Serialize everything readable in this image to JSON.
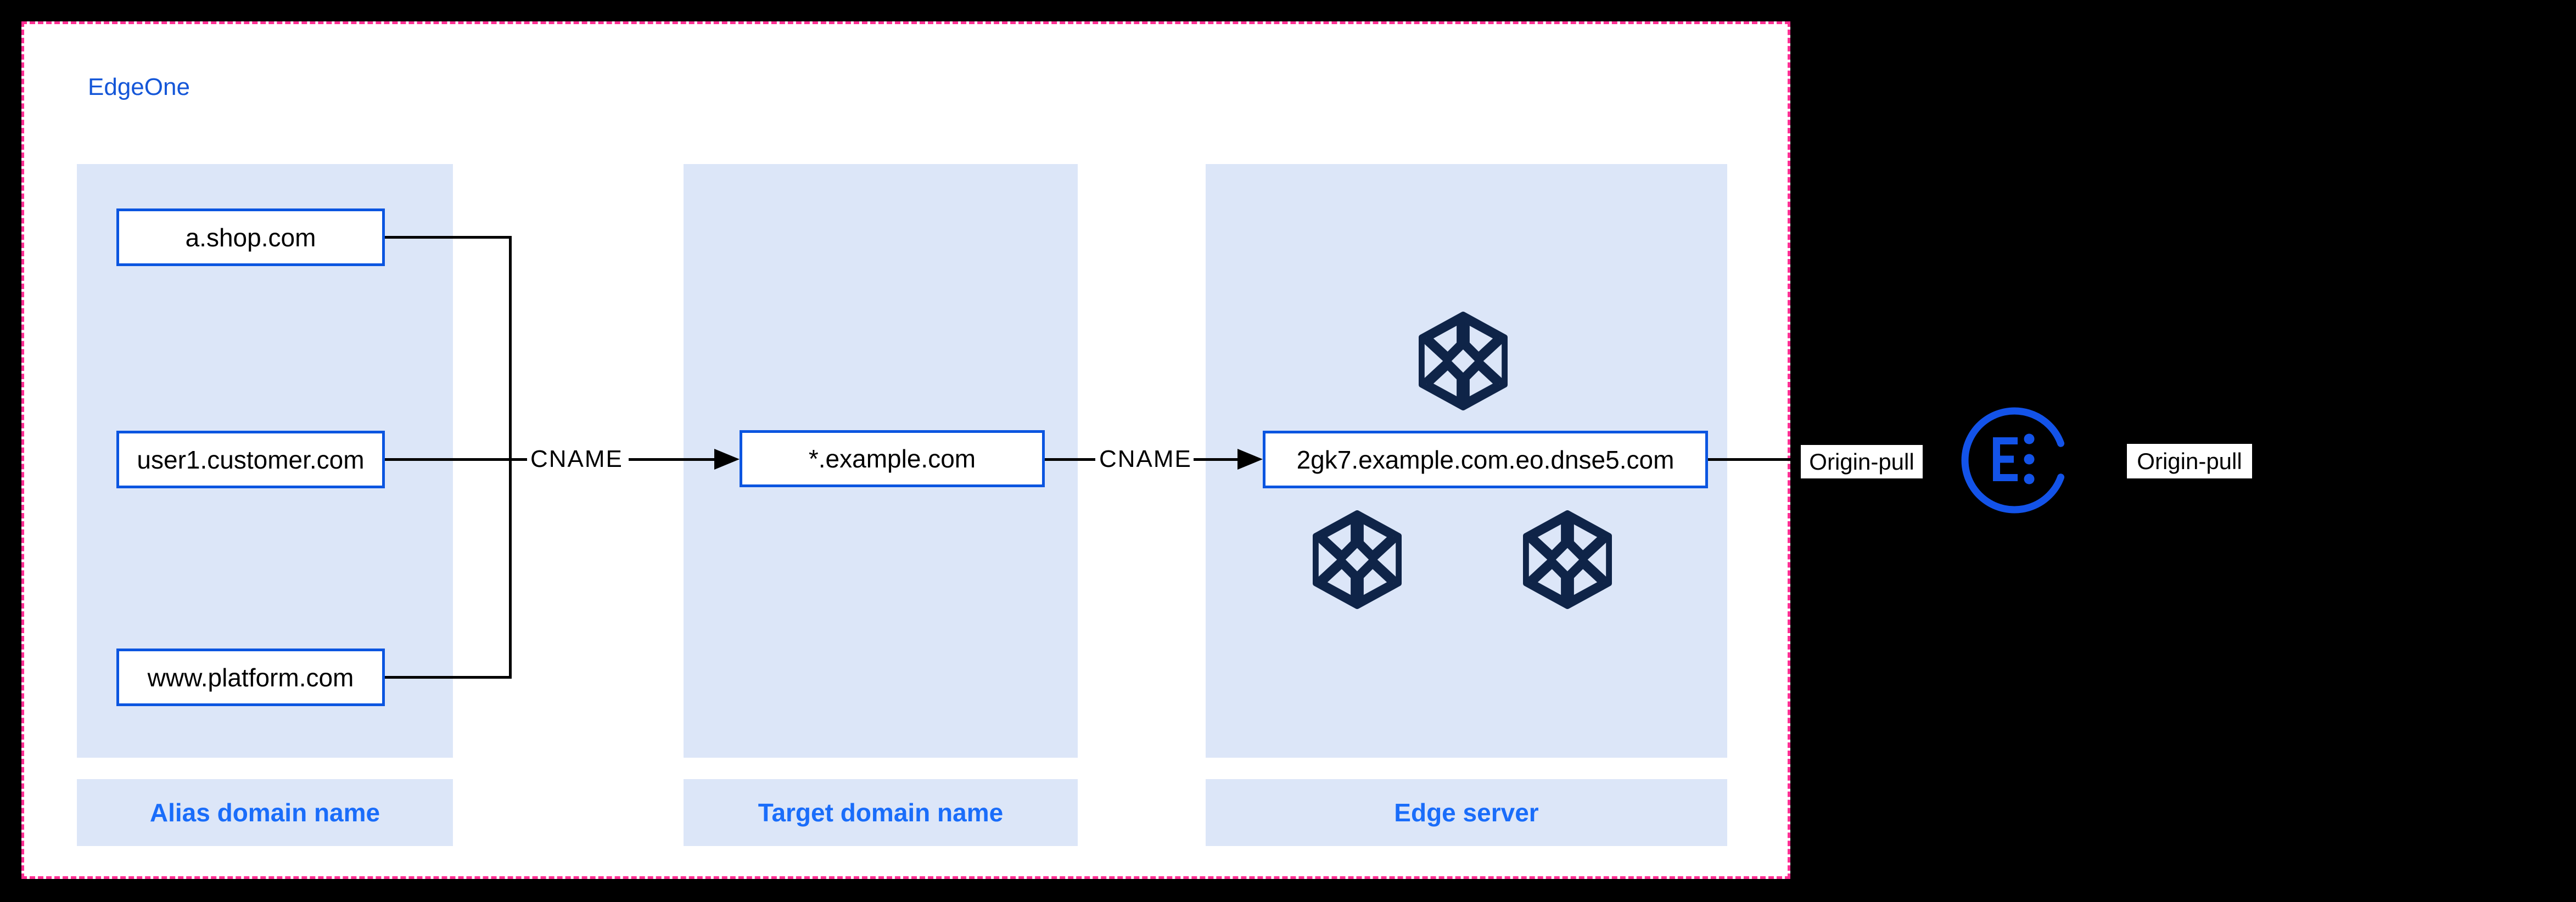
{
  "colors": {
    "panel_bg": "#dce6f8",
    "node_border": "#0b55e0",
    "label_blue": "#1a6dfa",
    "title_blue": "#1456d8",
    "logo_blue": "#1353e9",
    "cube_navy": "#0f2448",
    "frame_pink": "#ff2e92",
    "line_black": "#000000"
  },
  "diagram": {
    "title": "EdgeOne",
    "columns": [
      {
        "label": "Alias domain name"
      },
      {
        "label": "Target domain name"
      },
      {
        "label": "Edge server"
      }
    ],
    "alias_domains": [
      "a.shop.com",
      "user1.customer.com",
      "www.platform.com"
    ],
    "target_domain": "*.example.com",
    "edge_domain": "2gk7.example.com.eo.dnse5.com",
    "edges": {
      "cname_left": "CNAME",
      "cname_right": "CNAME"
    },
    "origin_pull_left": "Origin-pull",
    "origin_pull_right": "Origin-pull",
    "icons": {
      "edge_node": "cube-lattice-icon",
      "logo": "edgeone-logo-icon"
    }
  }
}
